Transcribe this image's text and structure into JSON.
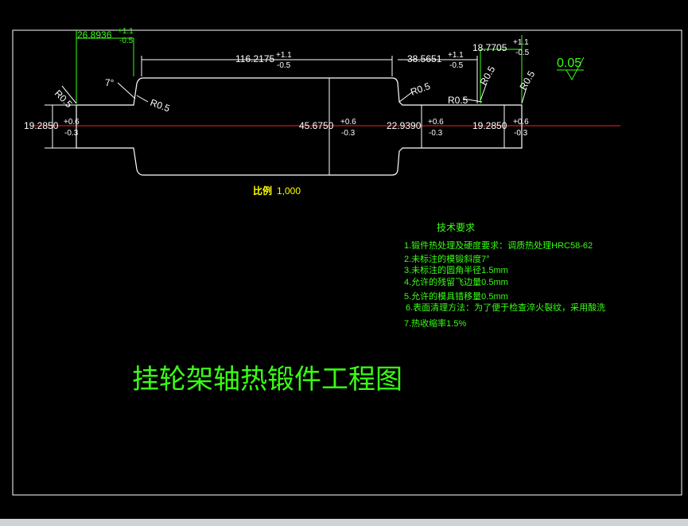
{
  "dims": {
    "left_len": {
      "value": "26.8936",
      "tol_up": "+1.1",
      "tol_dn": "-0.5"
    },
    "mid_len": {
      "value": "116.2175",
      "tol_up": "+1.1",
      "tol_dn": "-0.5"
    },
    "right_len1": {
      "value": "38.5651",
      "tol_up": "+1.1",
      "tol_dn": "-0.5"
    },
    "right_len2": {
      "value": "18.7705",
      "tol_up": "+1.1",
      "tol_dn": "-0.5"
    },
    "dia_left": {
      "value": "19.2850",
      "tol_up": "+0.6",
      "tol_dn": "-0.3"
    },
    "dia_mid": {
      "value": "45.6750",
      "tol_up": "+0.6",
      "tol_dn": "-0.3"
    },
    "dia_r1": {
      "value": "22.9390",
      "tol_up": "+0.6",
      "tol_dn": "-0.3"
    },
    "dia_r2": {
      "value": "19.2850",
      "tol_up": "+0.6",
      "tol_dn": "-0.3"
    }
  },
  "radius_labels": [
    "R0.5",
    "R0.5",
    "R0.5",
    "R0.5",
    "R0.5",
    "R0.5"
  ],
  "draft_angle": "7°",
  "surface_roughness": "0.05",
  "scale": {
    "label": "比例",
    "value": "1,000"
  },
  "tech_requirements": {
    "title": "技术要求",
    "items": [
      "1.锻件热处理及硬度要求：调质热处理HRC58-62",
      "2.未标注的模锻斜度7°",
      "3.未标注的圆角半径1.5mm",
      "4.允许的残留飞边量0.5mm",
      "5.允许的模具错移量0.5mm",
      "6.表面清理方法：为了便于检查淬火裂纹，采用酸洗",
      "7.热收缩率1.5%"
    ]
  },
  "drawing_title": "挂轮架轴热锻件工程图",
  "colors": {
    "background": "#000000",
    "lines": "#ffffff",
    "dims": "#39ff14",
    "center": "#ff0000",
    "scale": "#ffff00"
  }
}
